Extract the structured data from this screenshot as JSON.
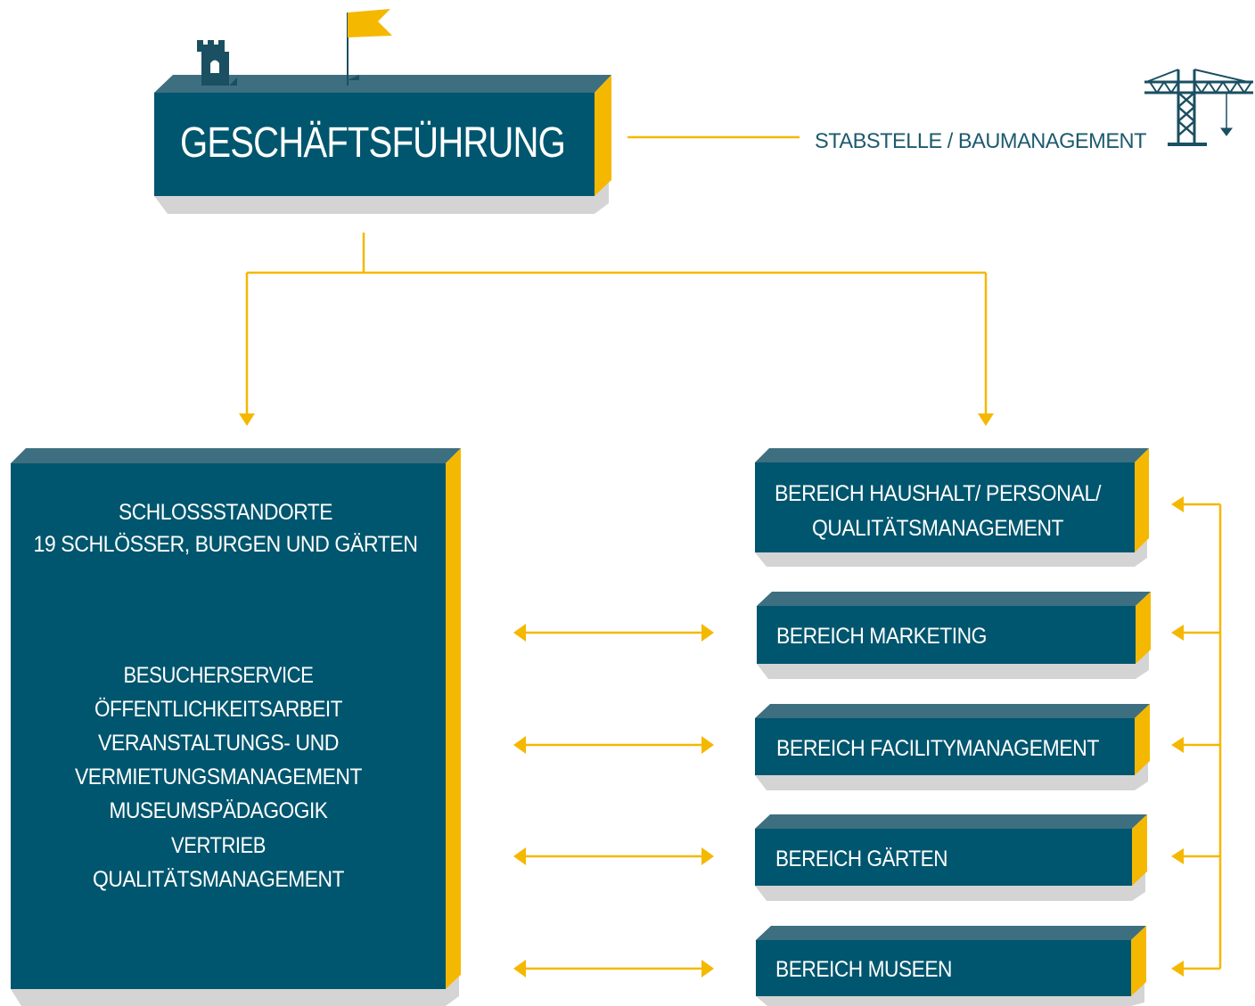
{
  "colors": {
    "box_front": "#00566e",
    "box_top": "#3d6f80",
    "box_side": "#f5b800",
    "shadow": "#d4d4d4",
    "connector": "#f5b800",
    "staff_text": "#1e5a6e",
    "icon_dark": "#1b4f62"
  },
  "management": {
    "title": "GESCHÄFTSFÜHRUNG",
    "icons": [
      "tower-icon",
      "flag-icon"
    ]
  },
  "staff_unit": {
    "label": "STABSTELLE / BAUMANAGEMENT",
    "icon": "crane-icon"
  },
  "locations_box": {
    "header_lines": [
      "SCHLOSSSTANDORTE",
      "19 SCHLÖSSER, BURGEN UND GÄRTEN"
    ],
    "service_lines": [
      "BESUCHERSERVICE",
      "ÖFFENTLICHKEITSARBEIT",
      "VERANSTALTUNGS- UND",
      "VERMIETUNGSMANAGEMENT",
      "MUSEUMSPÄDAGOGIK",
      "VERTRIEB",
      "QUALITÄTSMANAGEMENT"
    ]
  },
  "departments": [
    {
      "lines": [
        "BEREICH HAUSHALT/ PERSONAL/",
        "QUALITÄTSMANAGEMENT"
      ]
    },
    {
      "lines": [
        "BEREICH MARKETING"
      ]
    },
    {
      "lines": [
        "BEREICH FACILITYMANAGEMENT"
      ]
    },
    {
      "lines": [
        "BEREICH GÄRTEN"
      ]
    },
    {
      "lines": [
        "BEREICH MUSEEN"
      ]
    }
  ]
}
